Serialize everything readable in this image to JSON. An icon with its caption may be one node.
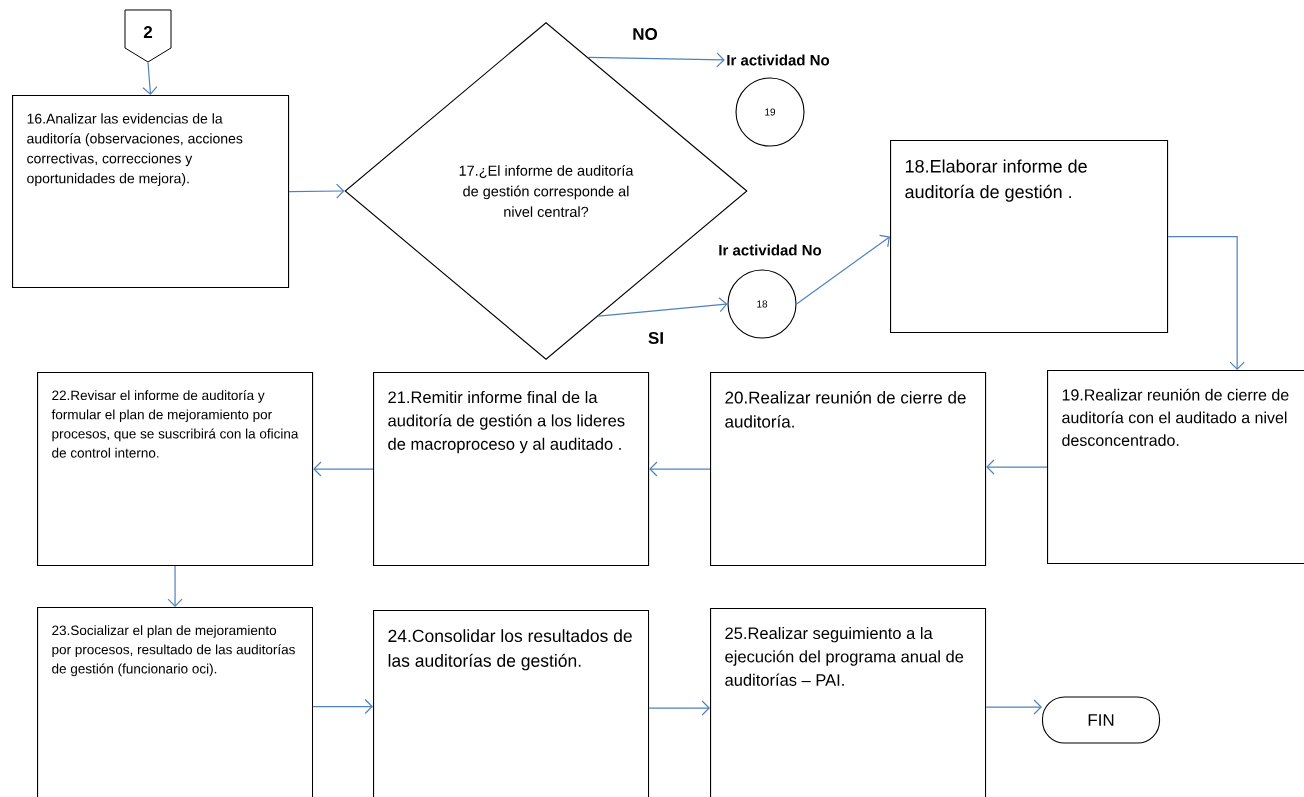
{
  "diagram": {
    "nodes": [
      {
        "text": [
          "2"
        ]
      },
      {
        "text": [
          "16.Analizar las evidencias de la auditoría (observaciones, acciones correctivas, correcciones y oportunidades de mejora)."
        ]
      },
      {
        "text": [
          "17.¿El informe de auditoría de gestión corresponde al nivel central?"
        ]
      },
      {
        "text": [
          "Ir actividad No",
          "19"
        ]
      },
      {
        "text": [
          "Ir actividad No",
          "18"
        ]
      },
      {
        "text": [
          "18.Elaborar informe de auditoría de gestión ."
        ]
      },
      {
        "text": [
          "19.Realizar reunión de cierre de auditoría con el auditado a nivel desconcentrado."
        ]
      },
      {
        "text": [
          "20.Realizar reunión de cierre de auditoría."
        ]
      },
      {
        "text": [
          "21.Remitir informe final de la auditoría de gestión a los lideres de macroproceso y al auditado ."
        ]
      },
      {
        "text": [
          "22.Revisar el informe de auditoría y formular el plan de mejoramiento por procesos, que se suscribirá con la oficina de control interno."
        ]
      },
      {
        "text": [
          "23.Socializar el plan de mejoramiento por procesos, resultado de las auditorías de gestión (funcionario oci)."
        ]
      },
      {
        "text": [
          "24.Consolidar los resultados de las auditorías de gestión."
        ]
      },
      {
        "text": [
          "25.Realizar seguimiento a la ejecución del programa anual de auditorías – PAI."
        ]
      },
      {
        "text": [
          "FIN"
        ]
      }
    ],
    "edges": [
      {
        "from": 0,
        "to": 1,
        "arrow": "to"
      },
      {
        "from": 1,
        "to": 2,
        "arrow": "to"
      },
      {
        "from": 2,
        "to": 3,
        "arrow": "to",
        "label": "NO"
      },
      {
        "from": 2,
        "to": 4,
        "arrow": "to",
        "label": "SI"
      },
      {
        "from": 4,
        "to": 5,
        "arrow": "to"
      },
      {
        "from": 5,
        "to": 6,
        "arrow": "to"
      },
      {
        "from": 6,
        "to": 7,
        "arrow": "to"
      },
      {
        "from": 7,
        "to": 8,
        "arrow": "to"
      },
      {
        "from": 8,
        "to": 9,
        "arrow": "to"
      },
      {
        "from": 9,
        "to": 10,
        "arrow": "to"
      },
      {
        "from": 10,
        "to": 11,
        "arrow": "to"
      },
      {
        "from": 11,
        "to": 12,
        "arrow": "to"
      },
      {
        "from": 12,
        "to": 13,
        "arrow": "to"
      }
    ]
  }
}
